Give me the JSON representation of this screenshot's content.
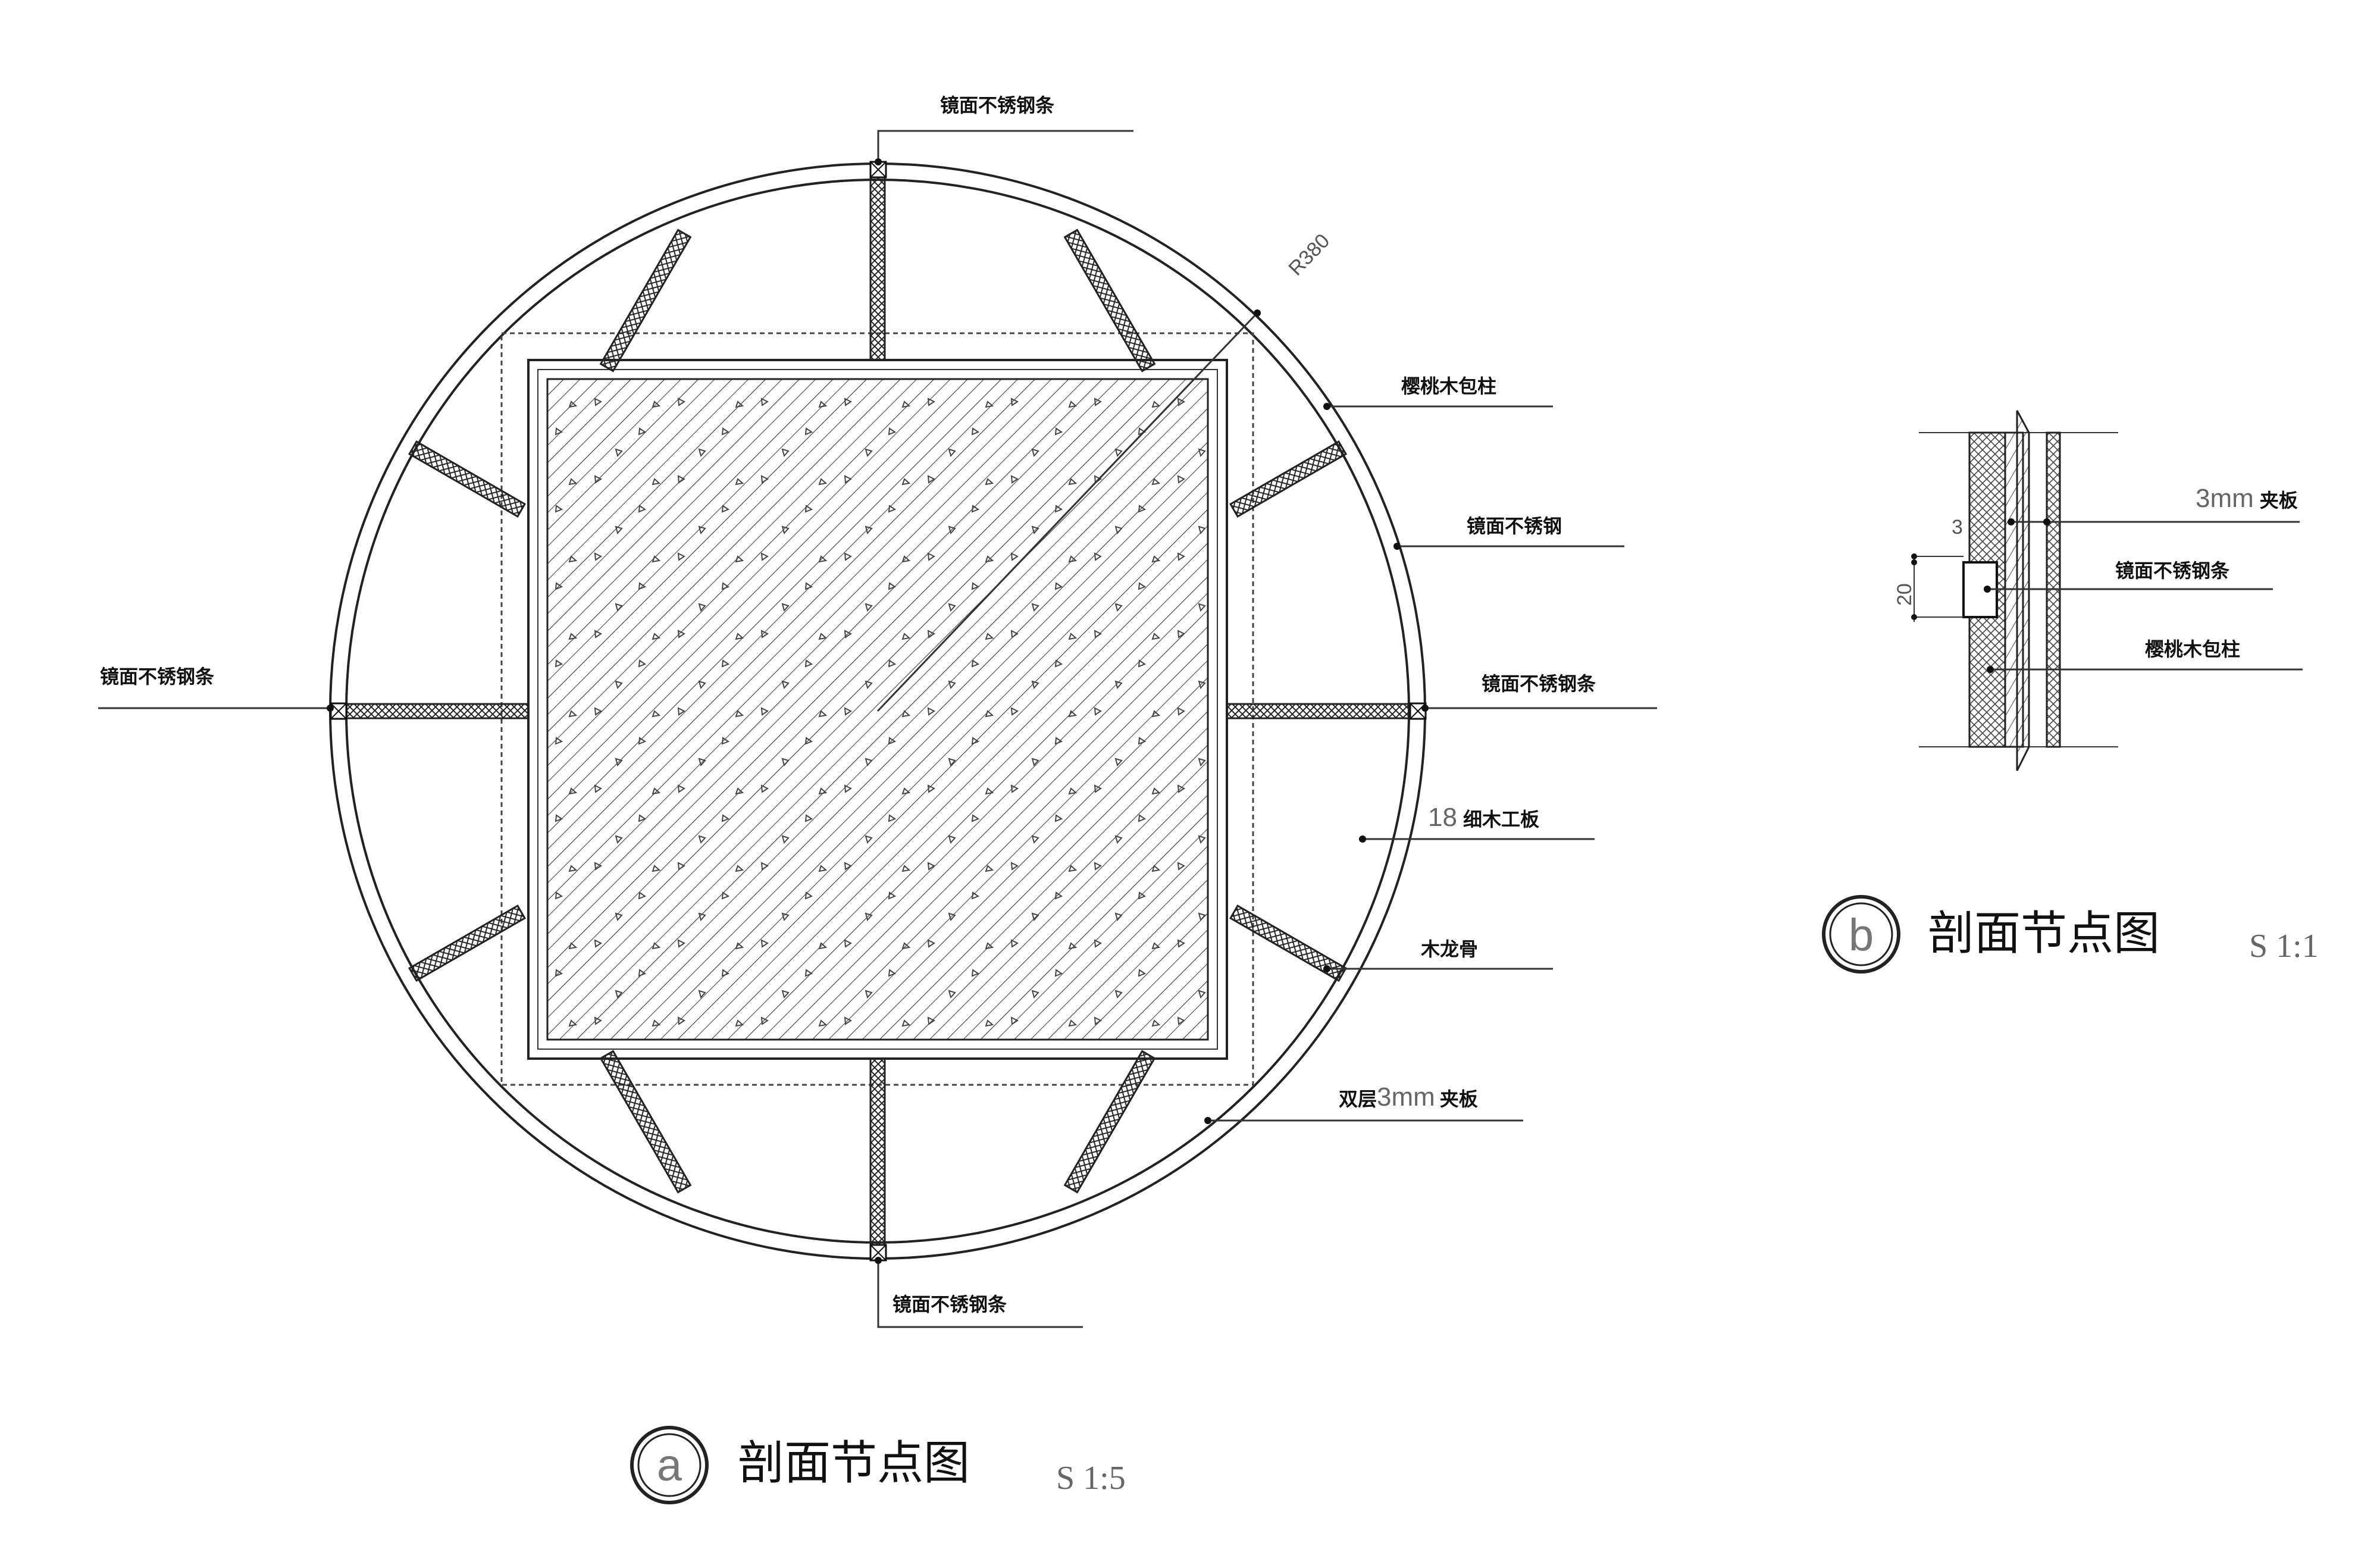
{
  "detail_a": {
    "labels": {
      "top_strip": "镜面不锈钢条",
      "cherry_wood": "樱桃木包柱",
      "mirror_steel": "镜面不锈钢",
      "left_strip": "镜面不锈钢条",
      "right_strip": "镜面不锈钢条",
      "blockboard_num": "18",
      "blockboard_text": "细木工板",
      "wood_joist": "木龙骨",
      "plywood_prefix": "双层",
      "plywood_num": "3mm",
      "plywood_text": "夹板",
      "bottom_strip": "镜面不锈钢条",
      "radius": "R380"
    },
    "title": {
      "badge": "a",
      "text": "剖面节点图",
      "scale": "S 1:5"
    }
  },
  "detail_b": {
    "labels": {
      "plywood_num": "3mm",
      "plywood_text": "夹板",
      "mirror_strip": "镜面不锈钢条",
      "cherry_wood": "樱桃木包柱",
      "dim_3": "3",
      "dim_20": "20"
    },
    "title": {
      "badge": "b",
      "text": "剖面节点图",
      "scale": "S 1:1"
    }
  }
}
